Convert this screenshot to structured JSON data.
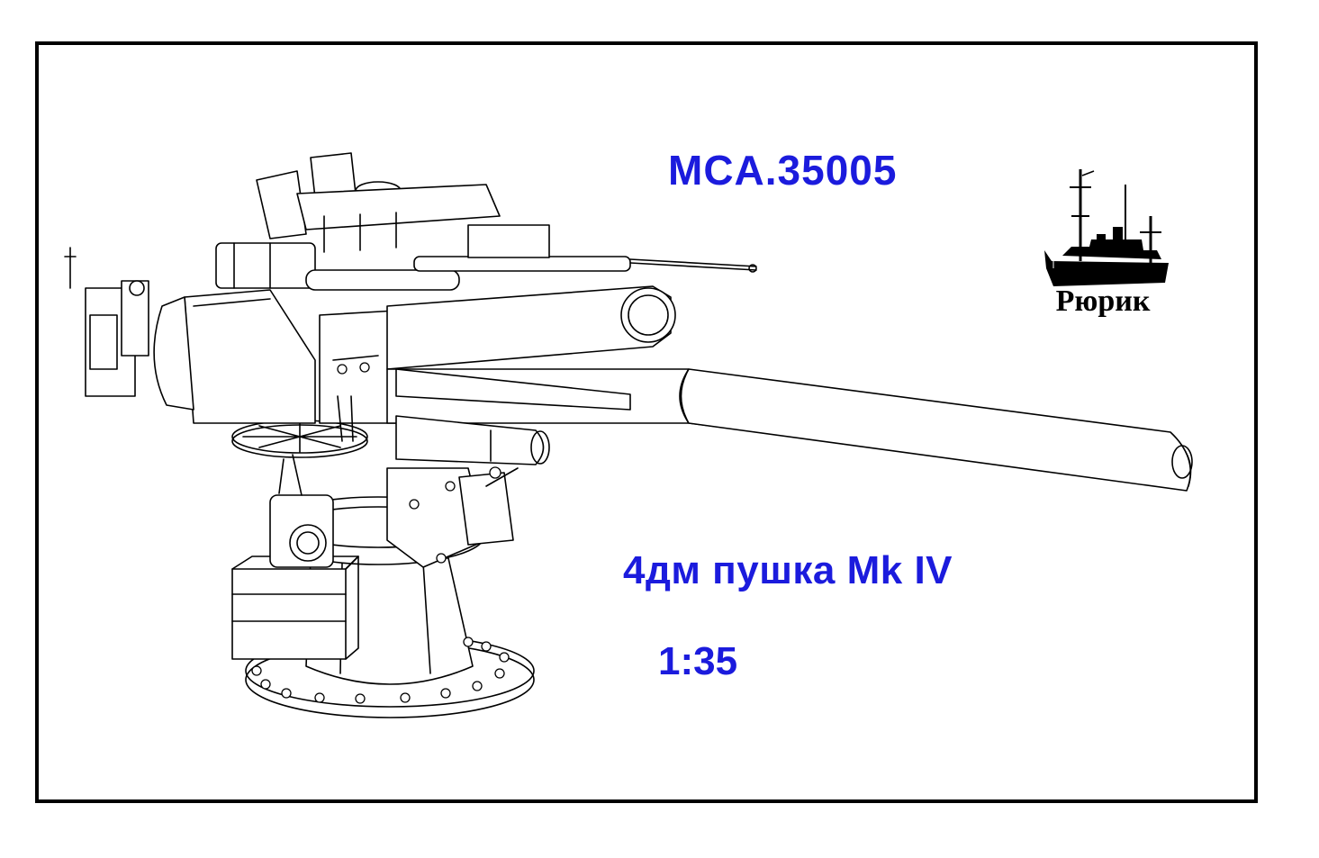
{
  "product": {
    "code": "MCA.35005",
    "title": "4дм пушка Mk IV",
    "scale": "1:35"
  },
  "brand": {
    "name": "Рюрик",
    "logo_icon": "cruiser-silhouette-icon"
  },
  "illustration": {
    "icon": "naval-gun-line-drawing-icon"
  },
  "colors": {
    "frame": "#000000",
    "text_accent": "#1b1bdd",
    "background": "#ffffff"
  }
}
